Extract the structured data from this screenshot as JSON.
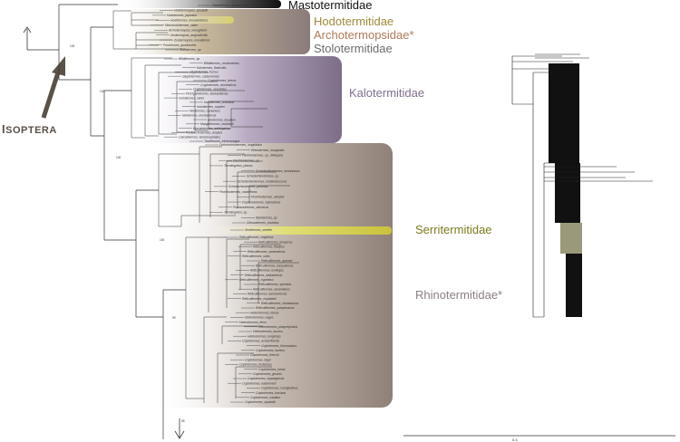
{
  "families": [
    {
      "key": "masto",
      "label": "Mastotermitidae",
      "color": "#111111"
    },
    {
      "key": "hodo",
      "label": "Hodotermitidae",
      "color": "#a08a3a"
    },
    {
      "key": "archo",
      "label": "Archotermopsidae*",
      "color": "#b07a5a"
    },
    {
      "key": "stolo",
      "label": "Stolotermitidae",
      "color": "#6c6c6c"
    },
    {
      "key": "kalo",
      "label": "Kalotermitidae",
      "color": "#7f6f8e"
    },
    {
      "key": "serri",
      "label": "Serritermitidae",
      "color": "#7a7a1e"
    },
    {
      "key": "rhino",
      "label": "Rhinotermitidae*",
      "color": "#8a8080"
    }
  ],
  "clade_label": {
    "first": "I",
    "rest": "SOPTERA"
  },
  "support": {
    "root": "100",
    "kalo": "100",
    "rhino": "100",
    "deep": "100",
    "other": "99",
    "bottom": "55"
  },
  "scale_bar": "0.4",
  "tips": {
    "top": [
      "Mastotermes_darwiniensis",
      "Hodotermopsis_sjostedti",
      "Hodotermes_japonica",
      "Hodotermes_mossambicus",
      "Microhodotermes_viator",
      "Archotermopsis_wroughtoni",
      "Zootermopsis_angusticollis",
      "Zootermopsis_nevadensis",
      "Porotermes_quadricollis",
      "Stolotermes_sp."
    ],
    "kalo": [
      "Bifiditermes_sp.",
      "Bifiditermes_condonensis",
      "Kalotermes_flavicollis",
      "Glyptotermes_fuscus",
      "Glyptotermes_satsumensis",
      "Cryptotermes_brevis",
      "Cryptotermes_domesticus",
      "Cryptotermes_secundus",
      "Procryptotermes_leewardensis",
      "Incisitermes_minor",
      "Incisitermes_schwarzi",
      "Incisitermes_snyderi",
      "Neotermes_castaneus",
      "Neotermes_koshunensis",
      "Neotermes_insularis",
      "Marginitermes_hubbardi",
      "Epicalotermes_aethiopicus",
      "Postelectrotermes_amplus",
      "Calcaritermes_temnocephalus",
      "Tauritermes_triceromegas"
    ],
    "mid": [
      "Dolichorhinotermes_longilabius",
      "Rhinotermes_marginalis",
      "Parrhinotermes_sp._Malaysia",
      "Parrhinotermes_sp.",
      "Termitogeton_planus",
      "Schedorhinotermes_lamanianus",
      "Schedorhinotermes_sp.",
      "Schedorhinotermes_medioobscurus",
      "Schedorhinotermes_putorius",
      "Prorhinotermes_canalifrons",
      "Prorhinotermes_simplex",
      "Psammotermes_hybostoma",
      "Psammotermes_allocerus",
      "Termitogeton_sp.",
      "Stylotermes_sp.",
      "Glossotermes_oculatus"
    ],
    "serri": [
      "Serritermes_serrifer"
    ],
    "rhino": [
      "Reticulitermes_virginicus",
      "Reticulitermes_hesperus",
      "Reticulitermes_flavipes",
      "Reticulitermes_santonensis",
      "Reticulitermes_urbis",
      "Reticulitermes_grassei",
      "Reticulitermes_banyulensis",
      "Reticulitermes_lucifugus",
      "Reticulitermes_balkanensis",
      "Reticulitermes_clypeatus",
      "Reticulitermes_speratus",
      "Reticulitermes_amamianus",
      "Reticulitermes_kanmonensis",
      "Reticulitermes_miyatakei",
      "Reticulitermes_okinawanus",
      "Reticulitermes_yaeyamanus",
      "Heterotermes_tenuis",
      "Heterotermes_vagus",
      "Heterotermes_ferox",
      "Heterotermes_platycephalus",
      "Heterotermes_aureus",
      "Heterotermes_longiceps",
      "Coptotermes_acinaciformis",
      "Coptotermes_formosanus",
      "Coptotermes_lacteus",
      "Coptotermes_frenchi",
      "Coptotermes_niger",
      "Coptotermes_testaceus",
      "Coptotermes_heimi",
      "Coptotermes_gestroi",
      "Coptotermes_sepangensis",
      "Coptotermes_kalshoveni",
      "Coptotermes_curvignathus",
      "Coptotermes_travians",
      "Coptotermes_vastator",
      "Coptotermes_sjostedti"
    ]
  }
}
